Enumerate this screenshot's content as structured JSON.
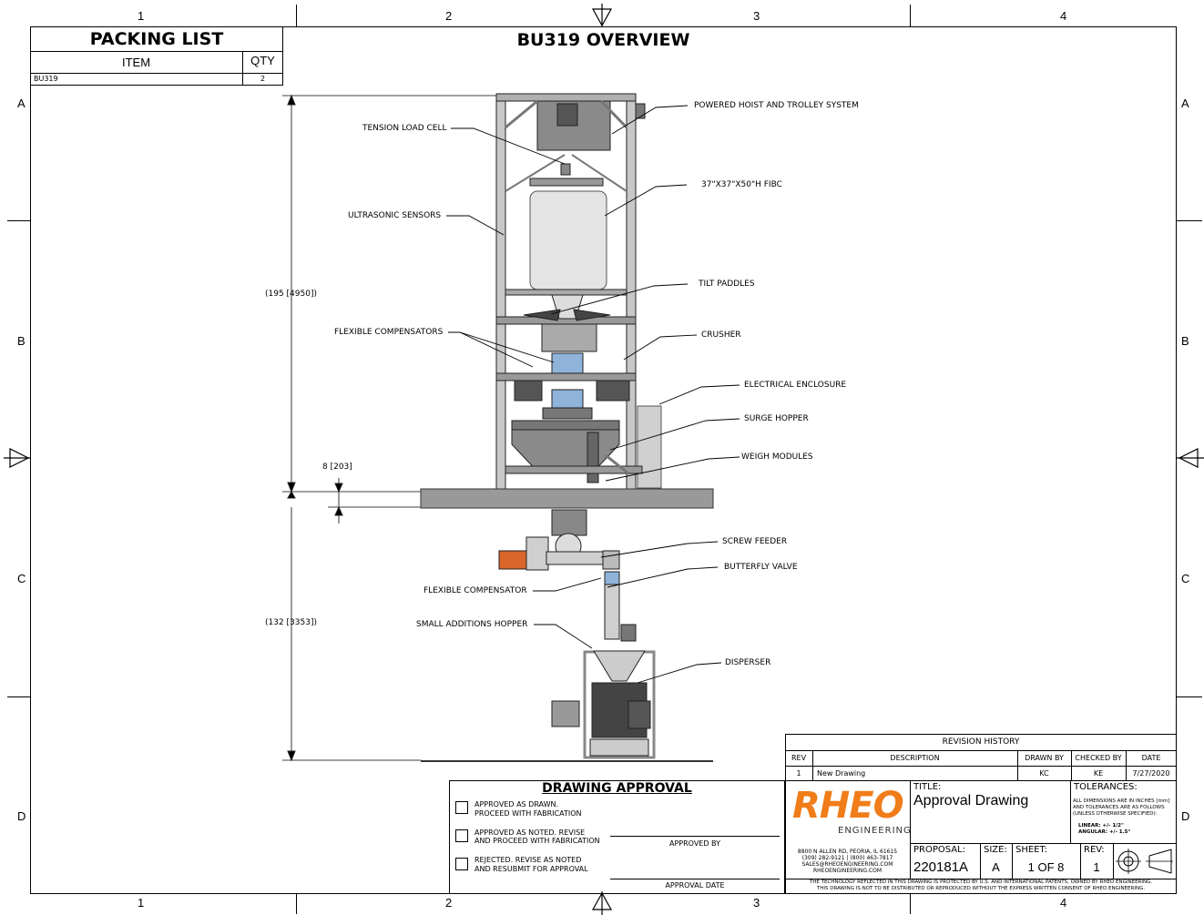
{
  "frame": {
    "zones_top": [
      "1",
      "2",
      "3",
      "4"
    ],
    "zones_bottom": [
      "1",
      "2",
      "3",
      "4"
    ],
    "zones_left": [
      "A",
      "B",
      "C",
      "D"
    ],
    "zones_right": [
      "A",
      "B",
      "C",
      "D"
    ]
  },
  "packing_list": {
    "title": "PACKING LIST",
    "col_item": "ITEM",
    "col_qty": "QTY",
    "rows": [
      {
        "item": "BU319",
        "qty": "2"
      }
    ]
  },
  "drawing_title": "BU319 OVERVIEW",
  "dimensions": {
    "upper_height": "(195 [4950])",
    "platform": "8 [203]",
    "lower_height": "(132 [3353])"
  },
  "callouts": {
    "hoist": "POWERED HOIST AND TROLLEY SYSTEM",
    "tension": "TENSION LOAD CELL",
    "fibc": "37\"X37\"X50\"H FIBC",
    "ultrasonic": "ULTRASONIC SENSORS",
    "tilt": "TILT PADDLES",
    "flexcomp": "FLEXIBLE COMPENSATORS",
    "crusher": "CRUSHER",
    "enclosure": "ELECTRICAL ENCLOSURE",
    "surge": "SURGE HOPPER",
    "weigh": "WEIGH MODULES",
    "screw": "SCREW FEEDER",
    "butterfly": "BUTTERFLY VALVE",
    "flexcomp2": "FLEXIBLE COMPENSATOR",
    "small": "SMALL ADDITIONS HOPPER",
    "disperser": "DISPERSER"
  },
  "approval": {
    "title": "DRAWING APPROVAL",
    "opt1_l1": "APPROVED AS DRAWN.",
    "opt1_l2": "PROCEED WITH FABRICATION",
    "opt2_l1": "APPROVED AS NOTED. REVISE",
    "opt2_l2": "AND PROCEED WITH FABRICATION",
    "opt3_l1": "REJECTED. REVISE AS NOTED",
    "opt3_l2": "AND RESUBMIT FOR APPROVAL",
    "approved_by": "APPROVED BY",
    "approval_date": "APPROVAL DATE"
  },
  "revision": {
    "title": "REVISION HISTORY",
    "h_rev": "REV",
    "h_desc": "DESCRIPTION",
    "h_drawn": "DRAWN BY",
    "h_checked": "CHECKED BY",
    "h_date": "DATE",
    "rows": [
      {
        "rev": "1",
        "desc": "New Drawing",
        "drawn": "KC",
        "checked": "KE",
        "date": "7/27/2020"
      }
    ]
  },
  "title_block": {
    "logo_main": "RHEO",
    "logo_sub": "ENGINEERING",
    "address_l1": "8800 N ALLEN RD, PEORIA, IL 61615",
    "address_l2": "(309) 282-9121 | (800) 463-7817",
    "address_l3": "SALES@RHEOENGINEERING.COM",
    "address_l4": "RHEOENGINEERING.COM",
    "title_label": "TITLE:",
    "title_value": "Approval Drawing",
    "tol_label": "TOLERANCES:",
    "tol_l1": "ALL DIMENSIONS ARE IN INCHES [mm]",
    "tol_l2": "AND TOLERANCES ARE AS FOLLOWS",
    "tol_l3": "(UNLESS OTHERWISE SPECIFIED):",
    "tol_l4": "LINEAR: +/- 1/2\"",
    "tol_l5": "ANGULAR: +/- 1.5°",
    "proposal_label": "PROPOSAL:",
    "proposal_value": "220181A",
    "size_label": "SIZE:",
    "size_value": "A",
    "sheet_label": "SHEET:",
    "sheet_value": "1 OF 8",
    "rev_label": "REV:",
    "rev_value": "1",
    "legal_l1": "THE TECHNOLOGY REFLECTED IN THIS DRAWING IS PROTECTED BY U.S. AND INTERNATIONAL PATENTS, OWNED BY RHEO ENGINEERING.",
    "legal_l2": "THIS DRAWING IS NOT TO BE DISTRIBUTED OR REPRODUCED WITHOUT THE EXPRESS WRITTEN CONSENT OF RHEO ENGINEERING."
  },
  "colors": {
    "logo_orange": "#f07d1a",
    "line": "#000000",
    "steel": "#b8b8b8",
    "dark_steel": "#555555",
    "motor_orange": "#d9652a",
    "glass_blue": "#8fb3d9"
  }
}
